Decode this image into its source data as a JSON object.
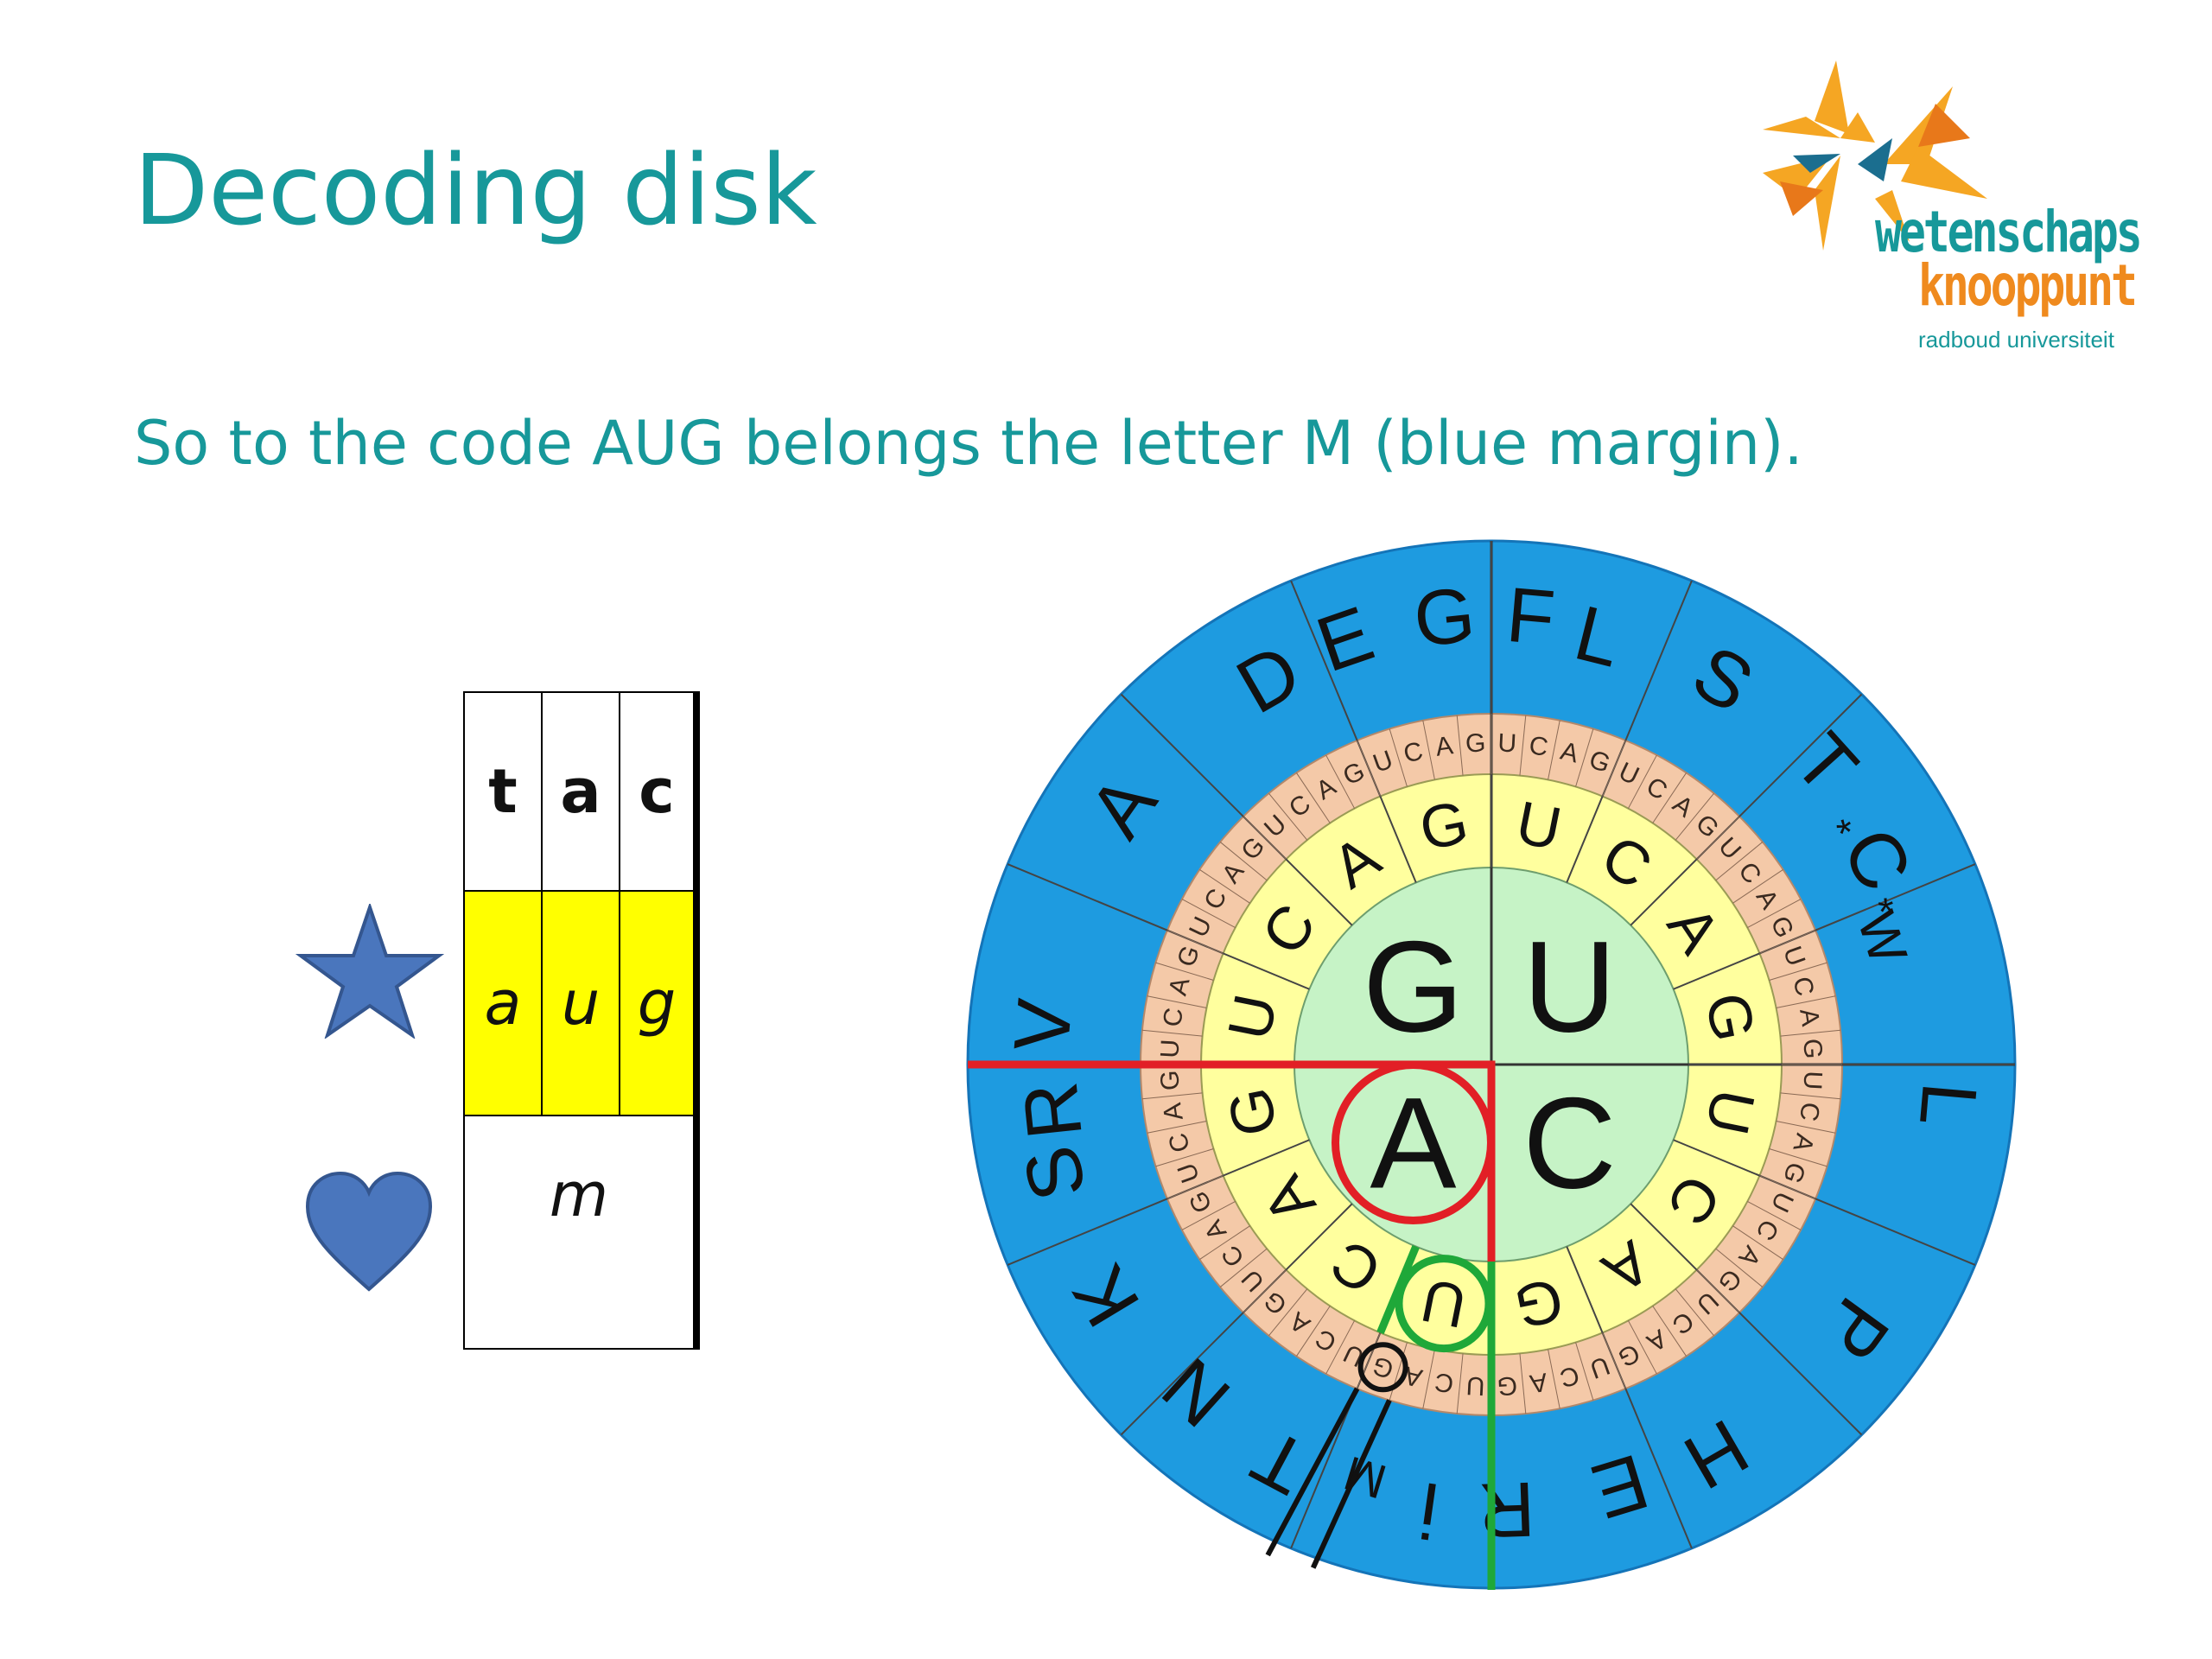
{
  "slide": {
    "title": "Decoding disk",
    "subtitle": "So to the code AUG belongs the letter M (blue margin)."
  },
  "logo": {
    "line1": "wetenschaps",
    "line2": "knooppunt",
    "line3": "radboud universiteit"
  },
  "strip": {
    "top_letters": [
      "t",
      "a",
      "c"
    ],
    "codon_letters": [
      "a",
      "u",
      "g"
    ],
    "amino_letter": "m",
    "colors": {
      "codon_fill": "#ffff00",
      "border": "#000000"
    }
  },
  "symbols": {
    "star": "star-icon",
    "heart": "heart-icon",
    "color": "#4a76bd"
  },
  "disk": {
    "center_letters": [
      "U",
      "C",
      "A",
      "G"
    ],
    "middle_letters": [
      "U",
      "C",
      "A",
      "G",
      "U",
      "C",
      "A",
      "G",
      "U",
      "C",
      "A",
      "G",
      "U",
      "C",
      "A",
      "G"
    ],
    "outer_codon_letters": [
      "U",
      "C",
      "A",
      "G",
      "U",
      "C",
      "A",
      "G",
      "U",
      "C",
      "A",
      "G",
      "U",
      "C",
      "A",
      "G",
      "U",
      "C",
      "A",
      "G",
      "U",
      "C",
      "A",
      "G",
      "U",
      "C",
      "A",
      "G",
      "U",
      "C",
      "A",
      "G",
      "U",
      "C",
      "A",
      "G",
      "U",
      "C",
      "A",
      "G",
      "U",
      "C",
      "A",
      "G",
      "U",
      "C",
      "A",
      "G",
      "U",
      "C",
      "A",
      "G",
      "U",
      "C",
      "A",
      "G",
      "U",
      "C",
      "A",
      "G",
      "U",
      "C",
      "A",
      "G"
    ],
    "amino_acids": [
      "F",
      "L",
      "S",
      "T",
      "*",
      "C",
      "*",
      "W",
      "L",
      "P",
      "H",
      "E",
      "R",
      "i",
      "M",
      "T",
      "N",
      "K",
      "S",
      "R",
      "V",
      "A",
      "D",
      "E",
      "G"
    ],
    "colors": {
      "outer_ring": "#1e9be0",
      "codon_ring": "#f4c9a8",
      "middle_ring": "#ffff9e",
      "center": "#c6f3c6",
      "highlight_first": "#e21f26",
      "highlight_second": "#1fa839",
      "highlight_third": "#111111"
    }
  }
}
